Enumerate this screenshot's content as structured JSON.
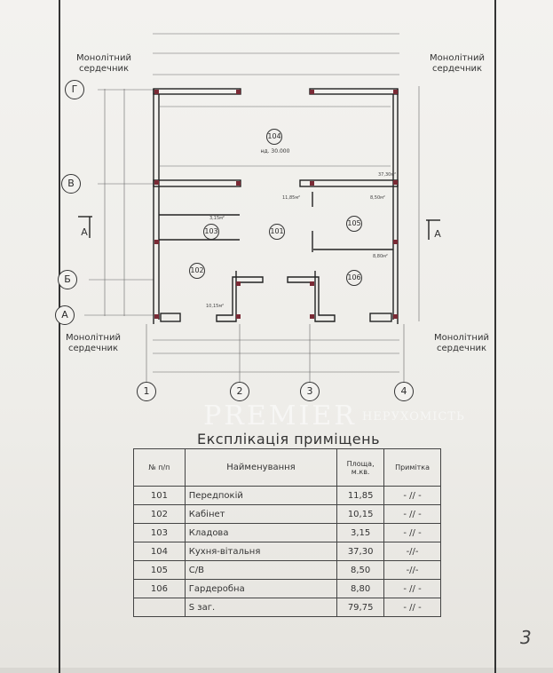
{
  "plan": {
    "core_label": "Монолітний сердечник",
    "axes_rows": [
      "Г",
      "В",
      "Б",
      "А"
    ],
    "axes_cols": [
      "1",
      "2",
      "3",
      "4"
    ],
    "section_mark": "А",
    "rooms": [
      "101",
      "102",
      "103",
      "104",
      "105",
      "106"
    ],
    "room104_level": "нд. 30.000",
    "areas": {
      "r101": "11,85м²",
      "r102": "10,15м²",
      "r103": "3,15м²",
      "r104": "37,30м²",
      "r105": "8,50м²",
      "r106": "8,80м²"
    }
  },
  "watermark": {
    "line1": "PREMIER",
    "line2": "НЕРУХОМІСТЬ"
  },
  "table": {
    "title": "Експлікація приміщень",
    "headers": {
      "num": "№ п/п",
      "name": "Найменування",
      "area": "Площа, м.кв.",
      "note": "Примітка"
    },
    "rows": [
      {
        "num": "101",
        "name": "Передпокій",
        "area": "11,85",
        "note": "- // -"
      },
      {
        "num": "102",
        "name": "Кабінет",
        "area": "10,15",
        "note": "- // -"
      },
      {
        "num": "103",
        "name": "Кладова",
        "area": "3,15",
        "note": "- // -"
      },
      {
        "num": "104",
        "name": "Кухня-вітальня",
        "area": "37,30",
        "note": "-//-"
      },
      {
        "num": "105",
        "name": "С/В",
        "area": "8,50",
        "note": "-//-"
      },
      {
        "num": "106",
        "name": "Гардеробна",
        "area": "8,80",
        "note": "- // -"
      }
    ],
    "total": {
      "num": "",
      "name": "S заг.",
      "area": "79,75",
      "note": "- // -"
    }
  },
  "page_number": "3"
}
